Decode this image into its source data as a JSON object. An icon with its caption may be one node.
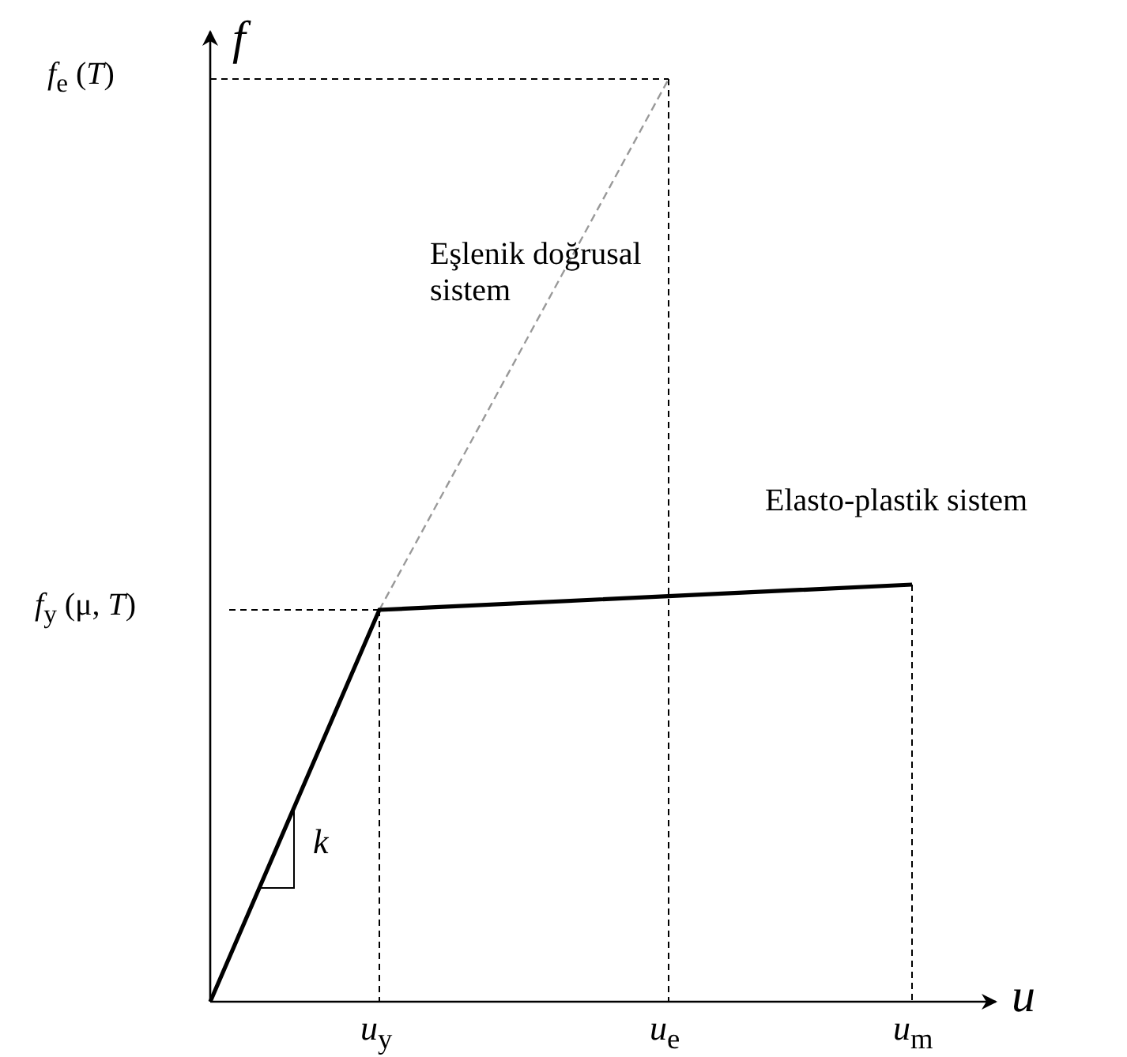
{
  "diagram": {
    "labels": [
      "*f*",
      "*f*$_{e}$ (*T*)",
      "Eşlenik doğrusal sistem",
      "Elasto-plastik sistem",
      "*f*$_{y}$ (μ, *T*)",
      "*k*",
      "*u*",
      "*u*$_{y}$",
      "*u*$_{e}$",
      "*u*$_{m}$"
    ]
  }
}
